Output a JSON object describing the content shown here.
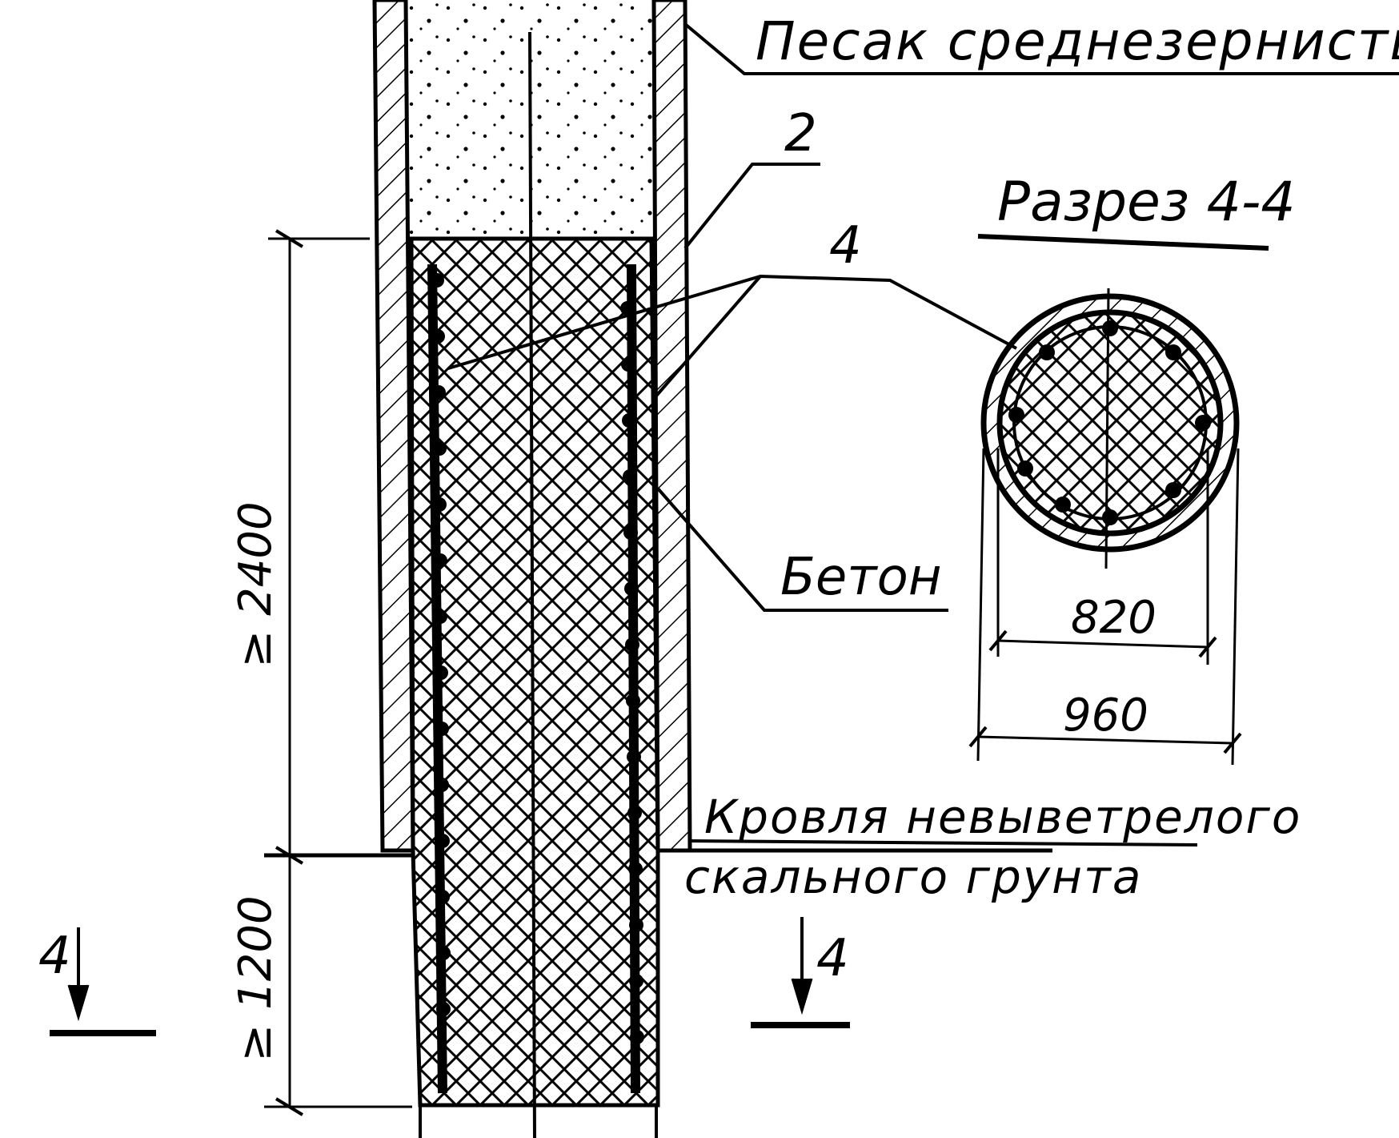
{
  "labels": {
    "sand": "Песак среднезернистый",
    "item_2": "2",
    "item_4": "4",
    "section_title": "Разрез 4-4",
    "concrete": "Бетон",
    "rock_top_line1": "Кровля невыветрелого",
    "rock_top_line2": "скального грунта"
  },
  "dimensions": {
    "inner_diameter": "820",
    "outer_diameter": "960",
    "embed_length": "≥ 2400",
    "socket_length": "≥ 1200"
  },
  "section_marks": {
    "left": "4",
    "right": "4"
  }
}
